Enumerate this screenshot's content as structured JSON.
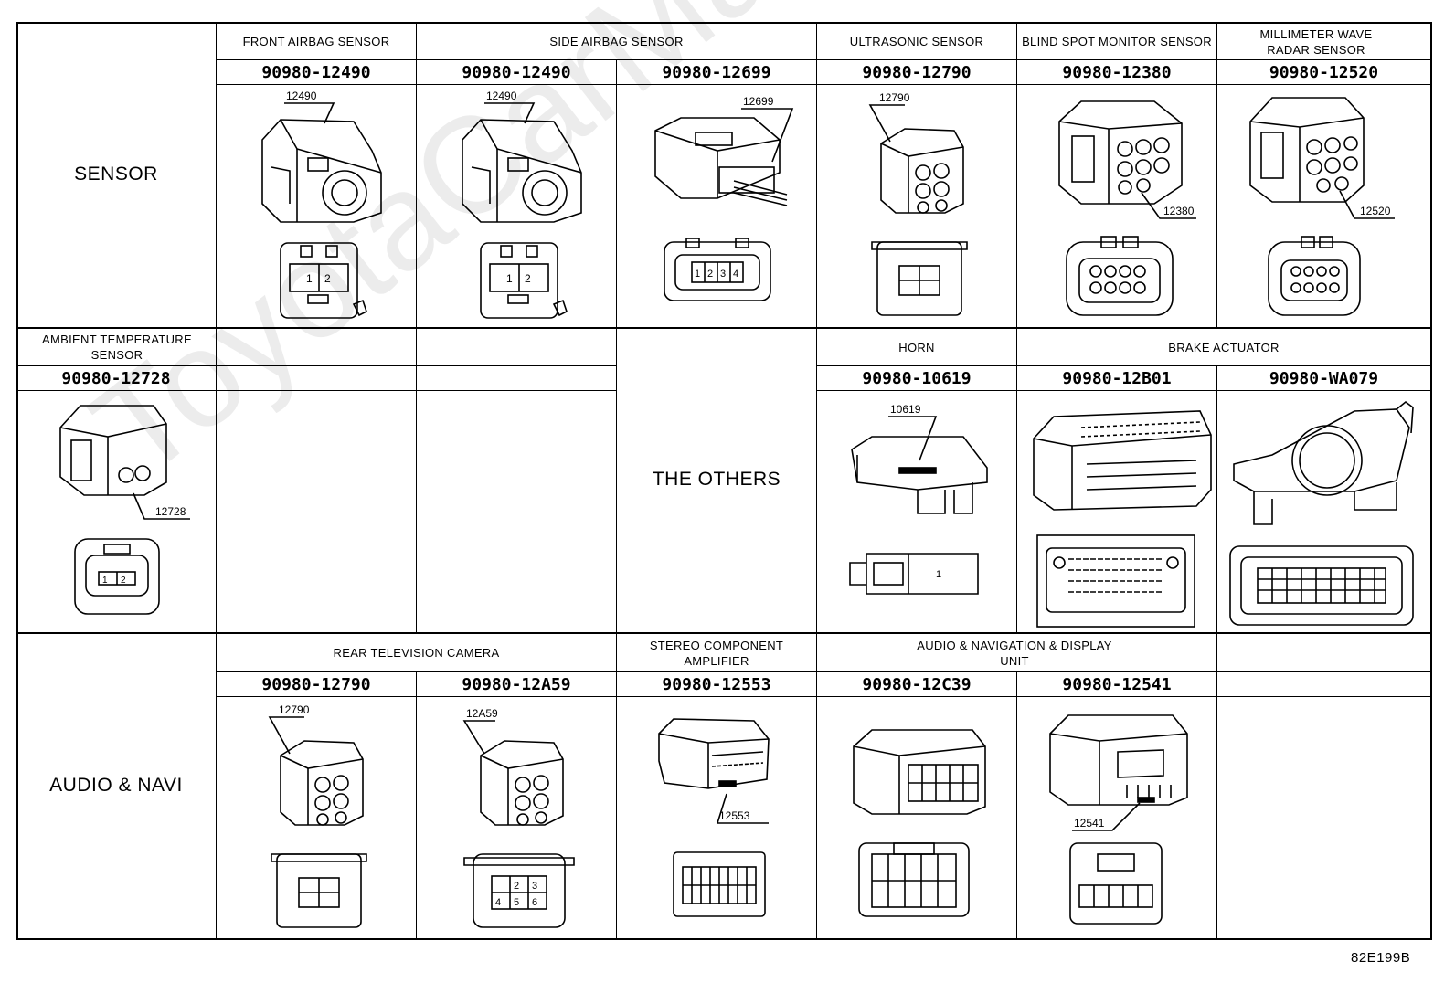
{
  "sections": {
    "sensor": "SENSOR",
    "others": "THE OTHERS",
    "audio": "AUDIO & NAVI"
  },
  "categories": {
    "front_airbag": "FRONT AIRBAG SENSOR",
    "side_airbag": "SIDE AIRBAG SENSOR",
    "ultrasonic": "ULTRASONIC SENSOR",
    "blind_spot": "BLIND SPOT MONITOR SENSOR",
    "millimeter": "MILLIMETER WAVE RADAR SENSOR",
    "ambient": "AMBIENT TEMPERATURE SENSOR",
    "horn": "HORN",
    "brake": "BRAKE ACTUATOR",
    "rear_camera": "REAR TELEVISION CAMERA",
    "stereo_amp": "STEREO COMPONENT AMPLIFIER",
    "audio_nav": "AUDIO & NAVIGATION & DISPLAY UNIT"
  },
  "parts": {
    "p1": "90980-12490",
    "p2": "90980-12490",
    "p3": "90980-12699",
    "p4": "90980-12790",
    "p5": "90980-12380",
    "p6": "90980-12520",
    "p7": "90980-12728",
    "p8": "90980-10619",
    "p9": "90980-12B01",
    "p10": "90980-WA079",
    "p11": "90980-12790",
    "p12": "90980-12A59",
    "p13": "90980-12553",
    "p14": "90980-12C39",
    "p15": "90980-12541"
  },
  "callouts": {
    "c1": "12490",
    "c2": "12490",
    "c3": "12699",
    "c4": "12790",
    "c5": "12380",
    "c6": "12520",
    "c7": "12728",
    "c8": "10619",
    "c11": "12790",
    "c12": "12A59",
    "c13": "12553",
    "c15": "12541"
  },
  "watermark": "ToyotaCarManual",
  "diagram_code": "82E199B"
}
